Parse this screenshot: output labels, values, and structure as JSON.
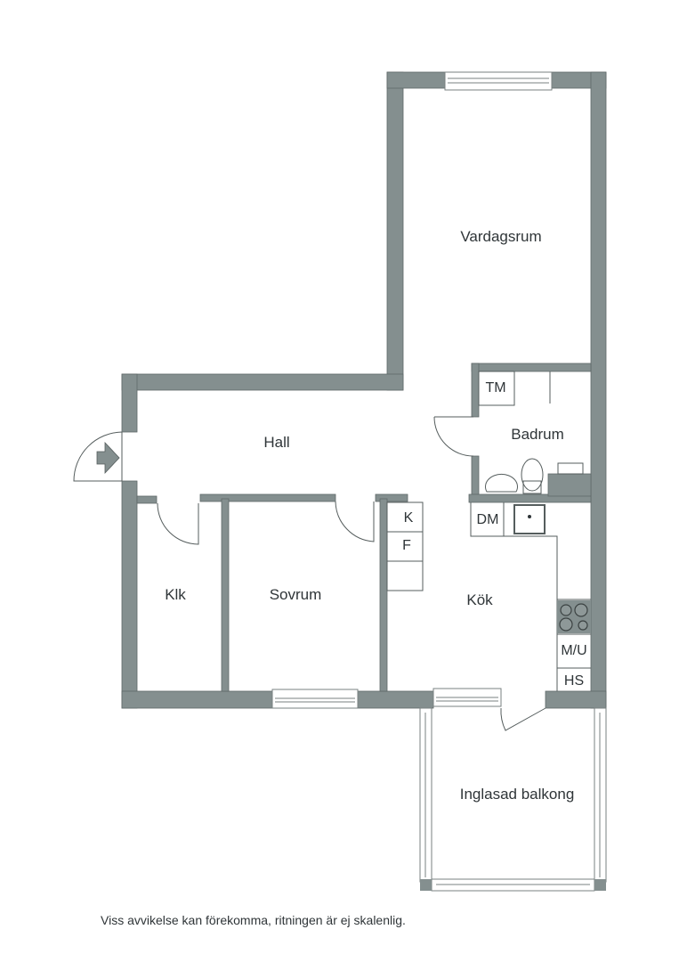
{
  "plan": {
    "wall_color": "#848f8f",
    "rooms": [
      {
        "id": "vardagsrum",
        "label": "Vardagsrum"
      },
      {
        "id": "hall",
        "label": "Hall"
      },
      {
        "id": "badrum",
        "label": "Badrum"
      },
      {
        "id": "klk",
        "label": "Klk"
      },
      {
        "id": "sovrum",
        "label": "Sovrum"
      },
      {
        "id": "kok",
        "label": "Kök"
      },
      {
        "id": "balkong",
        "label": "Inglasad balkong"
      }
    ],
    "fixtures": {
      "tm": "TM",
      "k": "K",
      "f": "F",
      "dm": "DM",
      "mu": "M/U",
      "hs": "HS"
    },
    "entrance_icon": "entrance-arrow-icon"
  },
  "footer": {
    "disclaimer": "Viss avvikelse kan förekomma, ritningen är ej skalenlig."
  }
}
